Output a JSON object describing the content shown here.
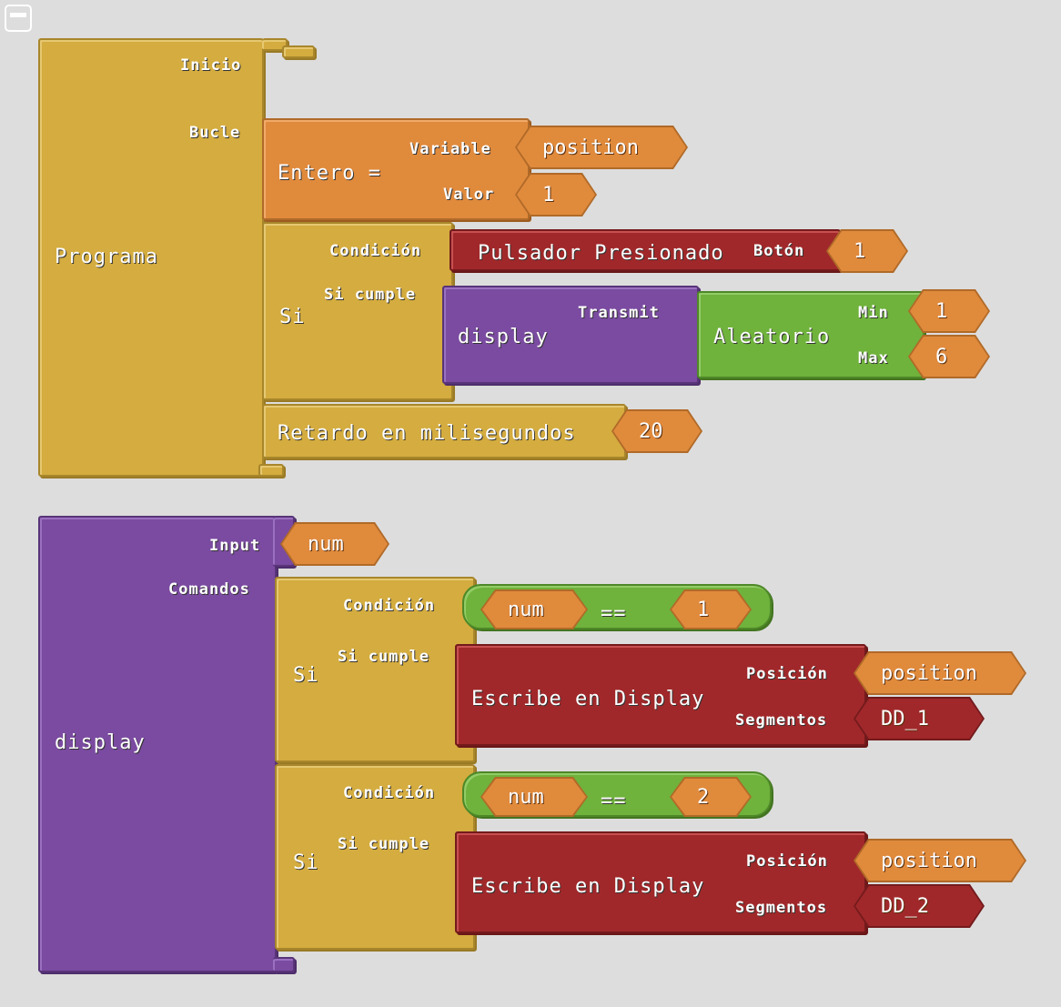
{
  "toolbar": {
    "window_icon": "window-minimize-icon"
  },
  "program_block": {
    "title": "Programa",
    "inicio_label": "Inicio",
    "bucle_label": "Bucle",
    "entero": {
      "label": "Entero =",
      "variable_label": "Variable",
      "variable_value": "position",
      "valor_label": "Valor",
      "valor_value": "1"
    },
    "si": {
      "label": "Si",
      "condicion_label": "Condición",
      "si_cumple_label": "Si cumple",
      "pulsador": {
        "label": "Pulsador Presionado",
        "boton_label": "Botón",
        "boton_value": "1"
      },
      "call": {
        "name": "display",
        "transmit_label": "Transmit",
        "aleatorio": {
          "label": "Aleatorio",
          "min_label": "Min",
          "min_value": "1",
          "max_label": "Max",
          "max_value": "6"
        }
      }
    },
    "retardo": {
      "label": "Retardo en milisegundos",
      "value": "20"
    }
  },
  "display_block": {
    "title": "display",
    "input_label": "Input",
    "input_value": "num",
    "comandos_label": "Comandos",
    "conditions": [
      {
        "si_label": "Si",
        "condicion_label": "Condición",
        "si_cumple_label": "Si cumple",
        "left": "num",
        "op": "==",
        "right": "1",
        "write": {
          "label": "Escribe en Display",
          "posicion_label": "Posición",
          "posicion_value": "position",
          "segmentos_label": "Segmentos",
          "segmentos_value": "DD_1"
        }
      },
      {
        "si_label": "Si",
        "condicion_label": "Condición",
        "si_cumple_label": "Si cumple",
        "left": "num",
        "op": "==",
        "right": "2",
        "write": {
          "label": "Escribe en Display",
          "posicion_label": "Posición",
          "posicion_value": "position",
          "segmentos_label": "Segmentos",
          "segmentos_value": "DD_2"
        }
      }
    ]
  }
}
